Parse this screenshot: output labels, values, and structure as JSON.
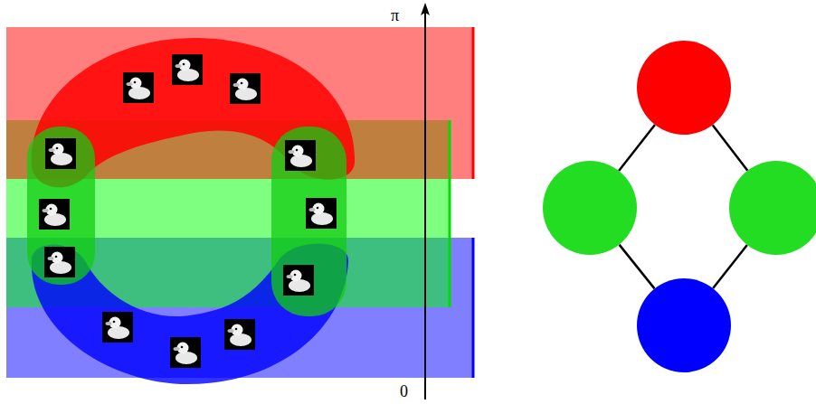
{
  "diagram": {
    "nodes": [
      {
        "text": []
      },
      {
        "text": []
      },
      {
        "text": []
      },
      {
        "text": []
      }
    ],
    "edges": [
      {
        "from": 0,
        "to": 1,
        "arrow": "none"
      },
      {
        "from": 0,
        "to": 2,
        "arrow": "none"
      },
      {
        "from": 1,
        "to": 3,
        "arrow": "none"
      },
      {
        "from": 2,
        "to": 3,
        "arrow": "none"
      }
    ],
    "labels": [
      "π",
      "0"
    ]
  }
}
